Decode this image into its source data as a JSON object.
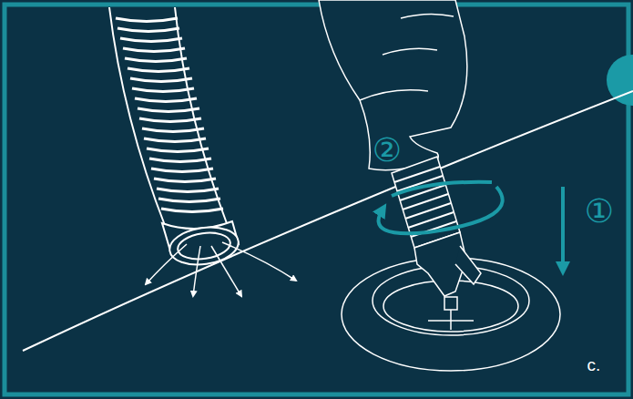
{
  "diagram": {
    "labels": [
      "②",
      "①",
      "c."
    ]
  }
}
